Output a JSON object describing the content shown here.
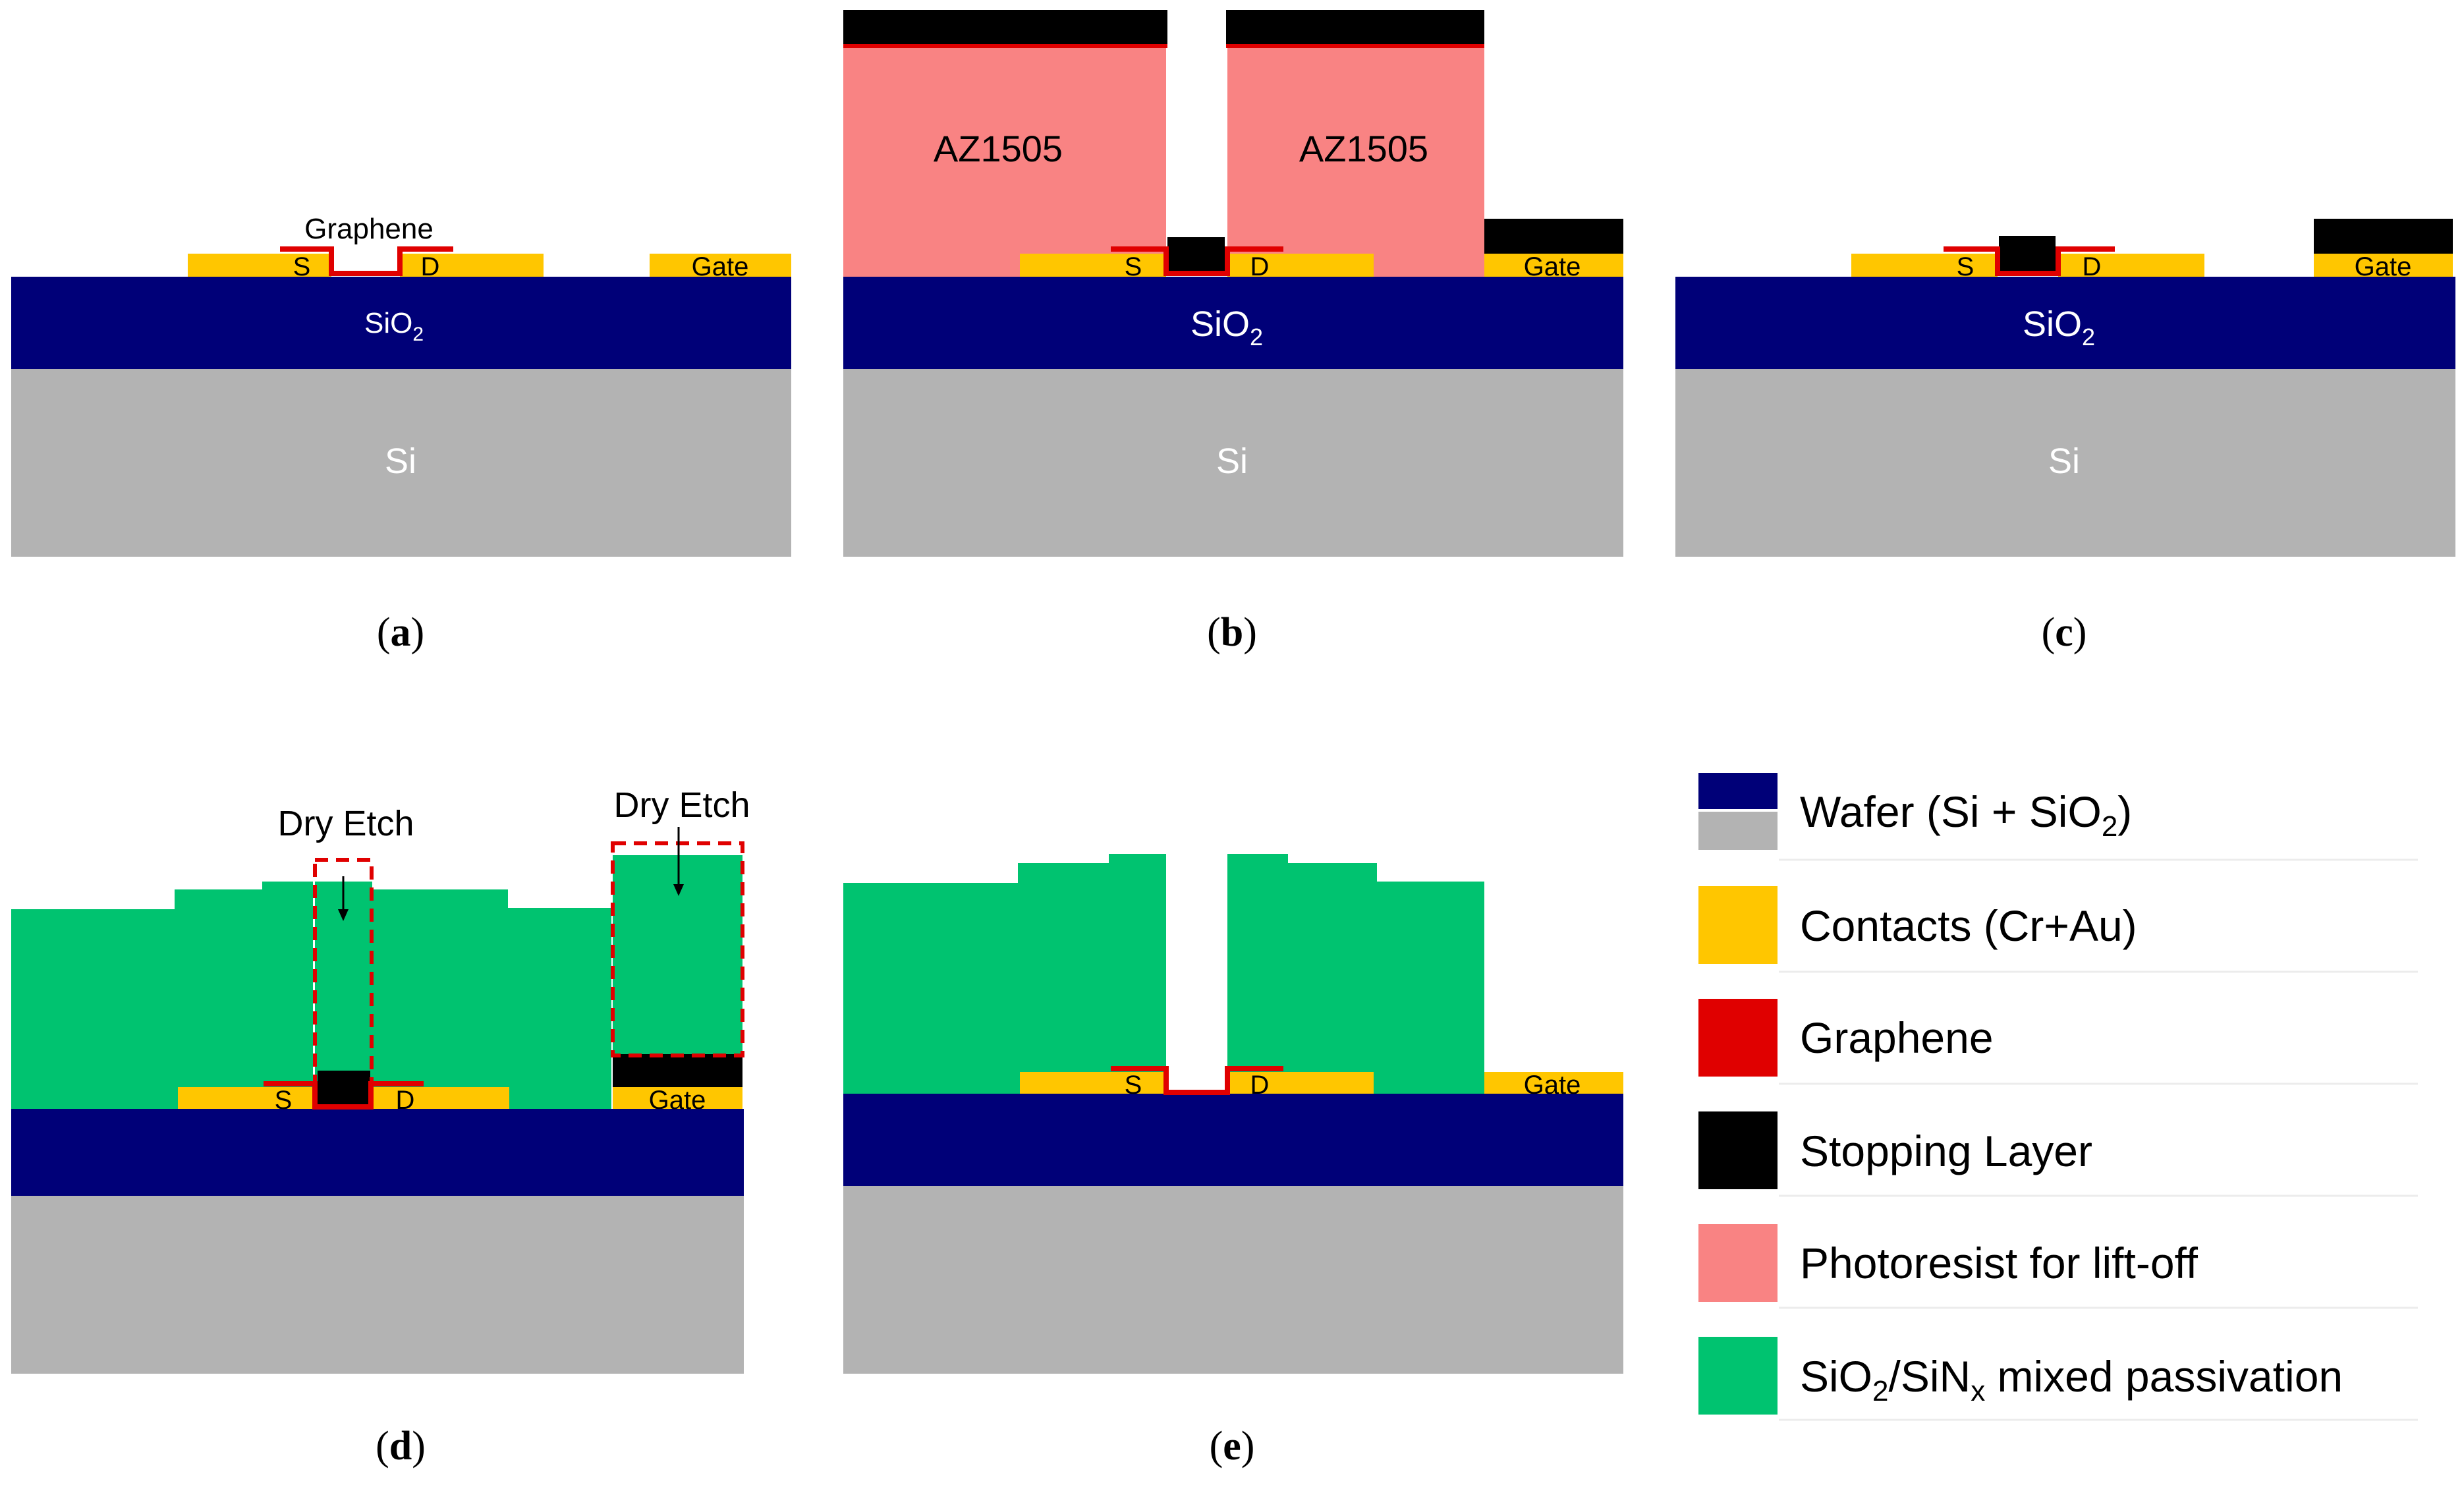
{
  "colors": {
    "si": "#b3b3b3",
    "sio2": "#000078",
    "contacts": "#ffc600",
    "graphene": "#e00000",
    "stopping": "#000000",
    "photoresist": "#f98383",
    "passivation": "#00c370",
    "etch_box": "#e00000"
  },
  "labels": {
    "si": "Si",
    "sio2_main": "SiO",
    "sio2_sub": "2",
    "graphene": "Graphene",
    "source": "S",
    "drain": "D",
    "gate": "Gate",
    "resist": "AZ1505",
    "dry_etch": "Dry Etch"
  },
  "captions": {
    "a": "a",
    "b": "b",
    "c": "c",
    "d": "d",
    "e": "e"
  },
  "legend": [
    {
      "label": "Wafer (Si + SiO",
      "sub": "2",
      "tail": ")"
    },
    {
      "label": "Contacts (Cr+Au)",
      "sub": "",
      "tail": ""
    },
    {
      "label": "Graphene",
      "sub": "",
      "tail": ""
    },
    {
      "label": "Stopping Layer",
      "sub": "",
      "tail": ""
    },
    {
      "label": "Photoresist for lift-off",
      "sub": "",
      "tail": ""
    },
    {
      "label": "SiO",
      "sub": "2",
      "tail": "/SiN",
      "sub2": "x",
      "tail2": " mixed passivation"
    }
  ]
}
